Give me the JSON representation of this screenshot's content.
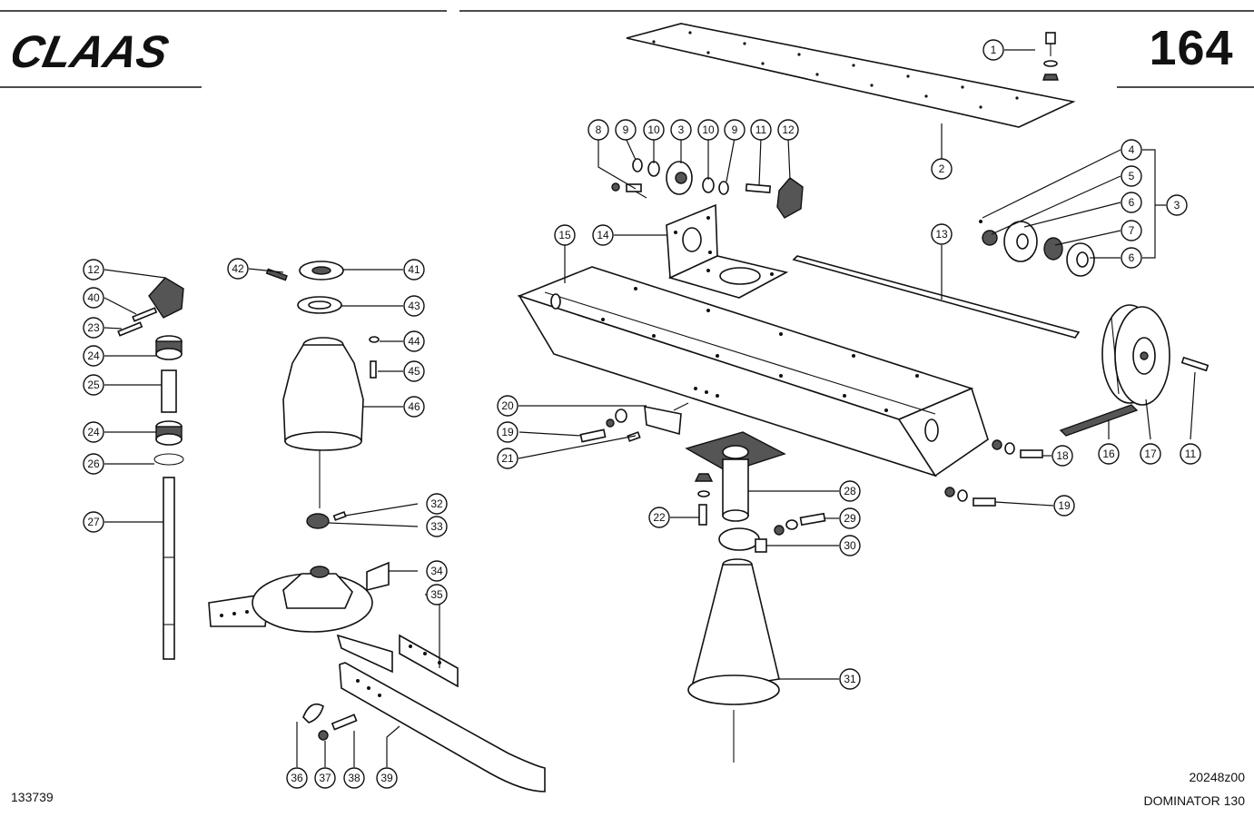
{
  "header": {
    "brand": "CLAAS",
    "page_number": "164"
  },
  "footer": {
    "drawing_number": "133739",
    "figure_code": "20248z00",
    "model": "DOMINATOR 130"
  },
  "callouts": [
    {
      "id": "c1",
      "label": "1"
    },
    {
      "id": "c2",
      "label": "2"
    },
    {
      "id": "c3a",
      "label": "3"
    },
    {
      "id": "c3b",
      "label": "3"
    },
    {
      "id": "c4",
      "label": "4"
    },
    {
      "id": "c5",
      "label": "5"
    },
    {
      "id": "c6a",
      "label": "6"
    },
    {
      "id": "c6b",
      "label": "6"
    },
    {
      "id": "c7",
      "label": "7"
    },
    {
      "id": "c8",
      "label": "8"
    },
    {
      "id": "c9a",
      "label": "9"
    },
    {
      "id": "c9b",
      "label": "9"
    },
    {
      "id": "c10a",
      "label": "10"
    },
    {
      "id": "c10b",
      "label": "10"
    },
    {
      "id": "c11a",
      "label": "11"
    },
    {
      "id": "c11b",
      "label": "11"
    },
    {
      "id": "c12a",
      "label": "12"
    },
    {
      "id": "c12b",
      "label": "12"
    },
    {
      "id": "c13",
      "label": "13"
    },
    {
      "id": "c14",
      "label": "14"
    },
    {
      "id": "c15",
      "label": "15"
    },
    {
      "id": "c16",
      "label": "16"
    },
    {
      "id": "c17",
      "label": "17"
    },
    {
      "id": "c18",
      "label": "18"
    },
    {
      "id": "c19a",
      "label": "19"
    },
    {
      "id": "c19b",
      "label": "19"
    },
    {
      "id": "c20",
      "label": "20"
    },
    {
      "id": "c21",
      "label": "21"
    },
    {
      "id": "c22",
      "label": "22"
    },
    {
      "id": "c23",
      "label": "23"
    },
    {
      "id": "c24a",
      "label": "24"
    },
    {
      "id": "c24b",
      "label": "24"
    },
    {
      "id": "c25",
      "label": "25"
    },
    {
      "id": "c26",
      "label": "26"
    },
    {
      "id": "c27",
      "label": "27"
    },
    {
      "id": "c28",
      "label": "28"
    },
    {
      "id": "c29",
      "label": "29"
    },
    {
      "id": "c30",
      "label": "30"
    },
    {
      "id": "c31",
      "label": "31"
    },
    {
      "id": "c32",
      "label": "32"
    },
    {
      "id": "c33",
      "label": "33"
    },
    {
      "id": "c34",
      "label": "34"
    },
    {
      "id": "c35",
      "label": "35"
    },
    {
      "id": "c36",
      "label": "36"
    },
    {
      "id": "c37",
      "label": "37"
    },
    {
      "id": "c38",
      "label": "38"
    },
    {
      "id": "c39",
      "label": "39"
    },
    {
      "id": "c40",
      "label": "40"
    },
    {
      "id": "c41",
      "label": "41"
    },
    {
      "id": "c42",
      "label": "42"
    },
    {
      "id": "c43",
      "label": "43"
    },
    {
      "id": "c44",
      "label": "44"
    },
    {
      "id": "c45",
      "label": "45"
    },
    {
      "id": "c46",
      "label": "46"
    }
  ]
}
